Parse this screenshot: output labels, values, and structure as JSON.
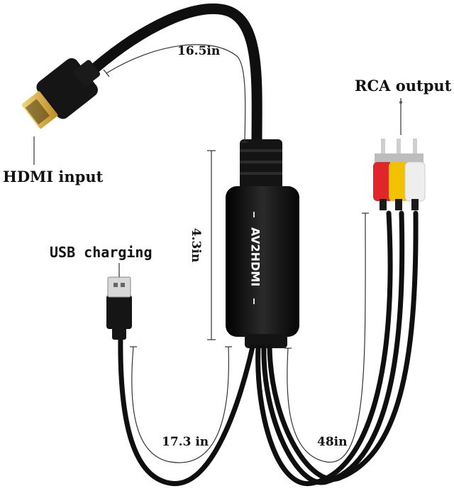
{
  "product": {
    "box_label": "AV2HDMI"
  },
  "callouts": {
    "hdmi": "HDMI input",
    "rca": "RCA output",
    "usb": "USB charging"
  },
  "dimensions": {
    "hdmi_cable": "16.5in",
    "box": "4.3in",
    "usb_cable": "17.3 in",
    "rca_cable": "48in"
  },
  "colors": {
    "cable": "#0f0f0f",
    "box": "#111111",
    "gold_plug": "#d9b24a",
    "rca_red": "#e0262b",
    "rca_yellow": "#f2c200",
    "rca_white": "#eeeeee",
    "measure_line": "#333333"
  }
}
